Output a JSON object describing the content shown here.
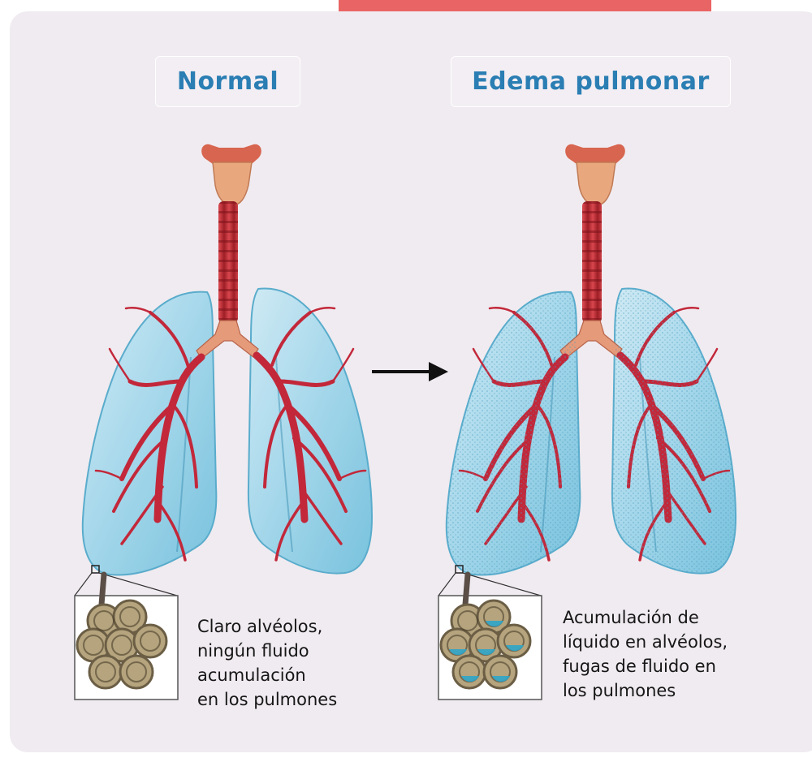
{
  "panels": {
    "normal": {
      "title": "Normal",
      "caption": [
        "Claro alvéolos,",
        "ningún fluido",
        "acumulación",
        "en los pulmones"
      ]
    },
    "edema": {
      "title": "Edema pulmonar",
      "caption": [
        "Acumulación de",
        "líquido en alvéolos,",
        "fugas de fluido en",
        "los pulmones"
      ]
    }
  },
  "colors": {
    "accent_bar": "#e96464",
    "title_text": "#2a7eb3",
    "card_background": "#f0ebf0",
    "lung_fill": "#8fd0e8",
    "airway": "#c9323b",
    "fluid": "#2fa6c9"
  },
  "icons": [
    "arrow-right-icon",
    "trachea-icon",
    "lung-icon",
    "alveoli-icon"
  ]
}
